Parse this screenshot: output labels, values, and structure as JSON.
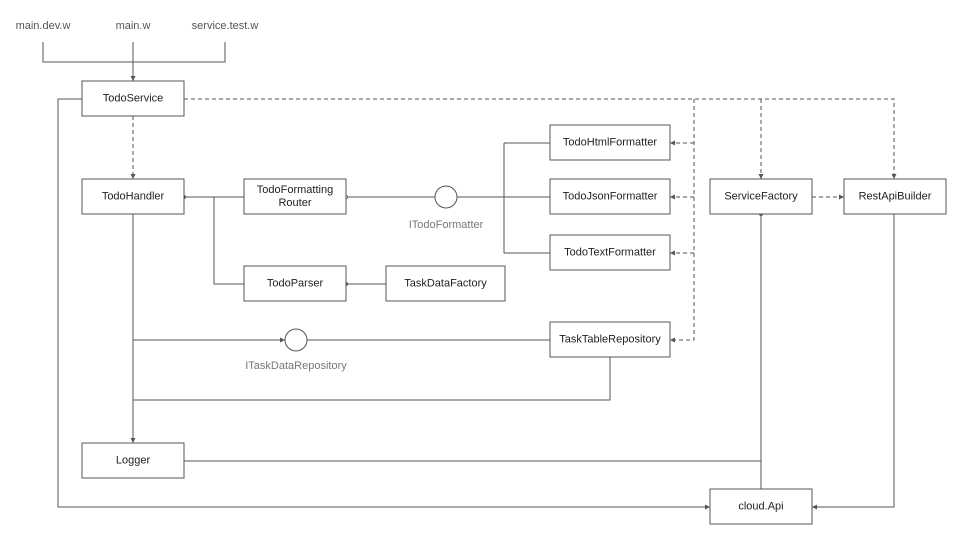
{
  "entry_points": [
    "main.dev.w",
    "main.w",
    "service.test.w"
  ],
  "components": {
    "todo_service": "TodoService",
    "todo_handler": "TodoHandler",
    "todo_formatting_router": [
      "TodoFormatting",
      "Router"
    ],
    "todo_parser": "TodoParser",
    "task_data_factory": "TaskDataFactory",
    "todo_html_formatter": "TodoHtmlFormatter",
    "todo_json_formatter": "TodoJsonFormatter",
    "todo_text_formatter": "TodoTextFormatter",
    "task_table_repository": "TaskTableRepository",
    "service_factory": "ServiceFactory",
    "rest_api_builder": "RestApiBuilder",
    "logger": "Logger",
    "cloud_api": "cloud.Api"
  },
  "interfaces": {
    "todo_formatter": "ITodoFormatter",
    "task_data_repository": "ITaskDataRepository"
  },
  "colors": {
    "stroke": "#555555",
    "text": "#222222",
    "interface_label": "#777777"
  }
}
